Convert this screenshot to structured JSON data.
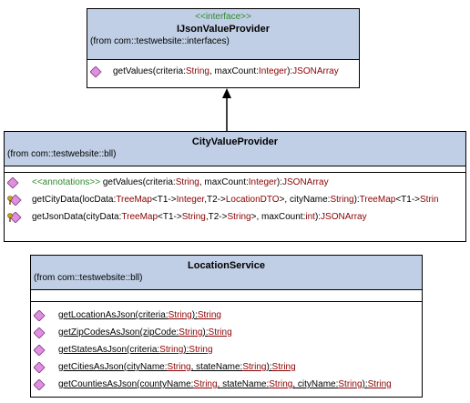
{
  "diagram": {
    "interface": {
      "stereotype": "<<interface>>",
      "name": "IJsonValueProvider",
      "from": "(from com::testwebsite::interfaces)",
      "operations": [
        {
          "icon": "public-operation-icon",
          "parts": [
            {
              "text": "getValues("
            },
            {
              "text": "criteria:"
            },
            {
              "text": "String",
              "cls": "t"
            },
            {
              "text": ", maxCount:"
            },
            {
              "text": "Integer",
              "cls": "t"
            },
            {
              "text": "):"
            },
            {
              "text": "JSONArray",
              "cls": "t"
            }
          ]
        }
      ]
    },
    "city_provider": {
      "name": "CityValueProvider",
      "from": "(from com::testwebsite::bll)",
      "operations": [
        {
          "icon": "public-operation-icon",
          "parts": [
            {
              "text": "<<annotations>>",
              "cls": "ann"
            },
            {
              "text": " getValues(criteria:"
            },
            {
              "text": "String",
              "cls": "t"
            },
            {
              "text": ", maxCount:"
            },
            {
              "text": "Integer",
              "cls": "t"
            },
            {
              "text": "):"
            },
            {
              "text": "JSONArray",
              "cls": "t"
            }
          ]
        },
        {
          "icon": "protected-operation-icon",
          "parts": [
            {
              "text": "getCityData(locData:"
            },
            {
              "text": "TreeMap",
              "cls": "t"
            },
            {
              "text": "<T1->"
            },
            {
              "text": "Integer",
              "cls": "t"
            },
            {
              "text": ",T2->"
            },
            {
              "text": "LocationDTO",
              "cls": "t"
            },
            {
              "text": ">, cityName:"
            },
            {
              "text": "String",
              "cls": "t"
            },
            {
              "text": "):"
            },
            {
              "text": "TreeMap",
              "cls": "t"
            },
            {
              "text": "<T1->"
            },
            {
              "text": "Strin",
              "cls": "t"
            }
          ]
        },
        {
          "icon": "protected-operation-icon",
          "parts": [
            {
              "text": "getJsonData(cityData:"
            },
            {
              "text": "TreeMap",
              "cls": "t"
            },
            {
              "text": "<T1->"
            },
            {
              "text": "String",
              "cls": "t"
            },
            {
              "text": ",T2->"
            },
            {
              "text": "String",
              "cls": "t"
            },
            {
              "text": ">, maxCount:"
            },
            {
              "text": "int",
              "cls": "t"
            },
            {
              "text": "):"
            },
            {
              "text": "JSONArray",
              "cls": "t"
            }
          ]
        }
      ]
    },
    "location_service": {
      "name": "LocationService",
      "from": "(from com::testwebsite::bll)",
      "operations": [
        {
          "icon": "public-static-operation-icon",
          "parts": [
            {
              "text": "getLocationAsJson(criteria:",
              "cls": "u"
            },
            {
              "text": "String",
              "cls": "t u"
            },
            {
              "text": "):",
              "cls": "u"
            },
            {
              "text": "String",
              "cls": "t u"
            }
          ]
        },
        {
          "icon": "public-static-operation-icon",
          "parts": [
            {
              "text": "getZipCodesAsJson(zipCode:",
              "cls": "u"
            },
            {
              "text": "String",
              "cls": "t u"
            },
            {
              "text": "):",
              "cls": "u"
            },
            {
              "text": "String",
              "cls": "t u"
            }
          ]
        },
        {
          "icon": "public-static-operation-icon",
          "parts": [
            {
              "text": "getStatesAsJson(criteria:",
              "cls": "u"
            },
            {
              "text": "String",
              "cls": "t u"
            },
            {
              "text": "):",
              "cls": "u"
            },
            {
              "text": "String",
              "cls": "t u"
            }
          ]
        },
        {
          "icon": "public-static-operation-icon",
          "parts": [
            {
              "text": "getCitiesAsJson(cityName:",
              "cls": "u"
            },
            {
              "text": "String",
              "cls": "t u"
            },
            {
              "text": ", stateName:",
              "cls": "u"
            },
            {
              "text": "String",
              "cls": "t u"
            },
            {
              "text": "):",
              "cls": "u"
            },
            {
              "text": "String",
              "cls": "t u"
            }
          ]
        },
        {
          "icon": "public-static-operation-icon",
          "parts": [
            {
              "text": "getCountiesAsJson(countyName:",
              "cls": "u"
            },
            {
              "text": "String",
              "cls": "t u"
            },
            {
              "text": ", stateName:",
              "cls": "u"
            },
            {
              "text": "String",
              "cls": "t u"
            },
            {
              "text": ", cityName:",
              "cls": "u"
            },
            {
              "text": "String",
              "cls": "t u"
            },
            {
              "text": "):",
              "cls": "u"
            },
            {
              "text": "String",
              "cls": "t u"
            }
          ]
        }
      ]
    },
    "realization": {
      "from": "CityValueProvider",
      "to": "IJsonValueProvider"
    },
    "colors": {
      "header_fill": "#c0cfe6",
      "type_text": "#8b0000",
      "stereotype_text": "#2f8a2f",
      "op_icon_fill": "#e08ee0",
      "protected_key": "#c8a020"
    }
  }
}
